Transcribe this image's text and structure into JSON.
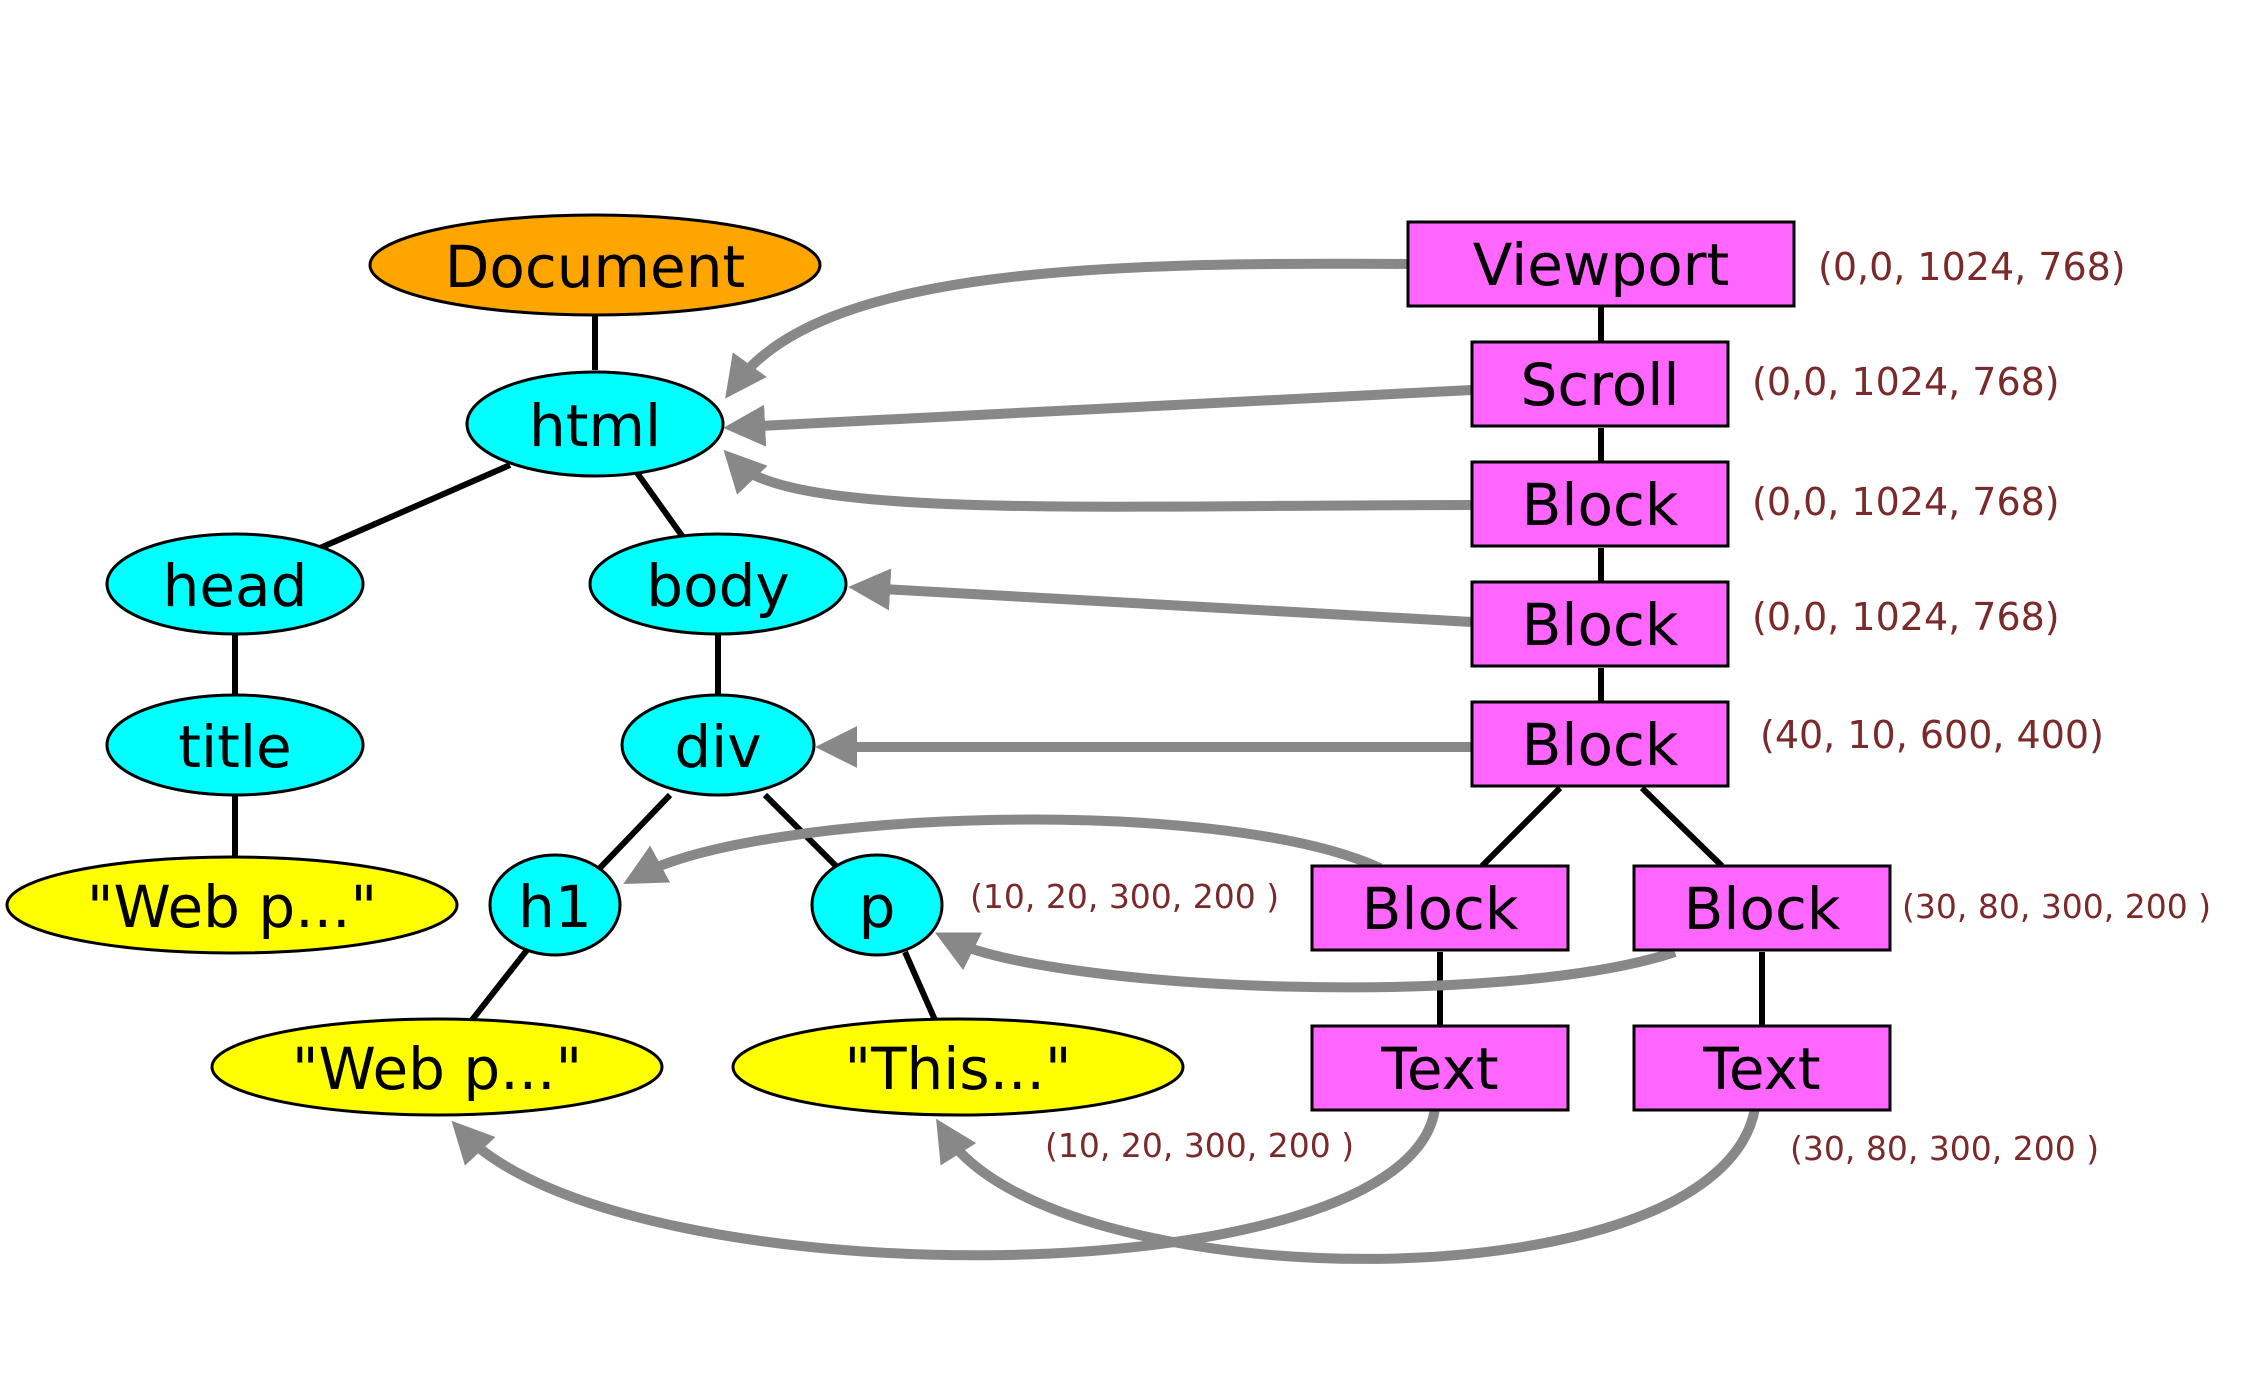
{
  "colors": {
    "document_node": "#ffa500",
    "element_node": "#00ffff",
    "text_node": "#ffff00",
    "render_node": "#ff66ff",
    "arrow": "#888888",
    "coordinate_text": "#7a2a2a"
  },
  "dom_tree": {
    "document": "Document",
    "html": "html",
    "head": "head",
    "body": "body",
    "title": "title",
    "div": "div",
    "h1": "h1",
    "p": "p",
    "title_text": "\"Web p...\"",
    "h1_text": "\"Web p...\"",
    "p_text": "\"This...\""
  },
  "render_tree": {
    "viewport": "Viewport",
    "scroll": "Scroll",
    "block1": "Block",
    "block2": "Block",
    "block3": "Block",
    "block4": "Block",
    "block5": "Block",
    "text1": "Text",
    "text2": "Text"
  },
  "coordinates": {
    "viewport": "(0,0, 1024, 768)",
    "scroll": "(0,0, 1024, 768)",
    "block1": "(0,0, 1024, 768)",
    "block2": "(0,0, 1024, 768)",
    "block3": "(40, 10, 600, 400)",
    "block4": "(10, 20, 300, 200 )",
    "block5": "(30, 80, 300, 200 )",
    "text1": "(10, 20, 300, 200 )",
    "text2": "(30, 80, 300, 200 )"
  }
}
